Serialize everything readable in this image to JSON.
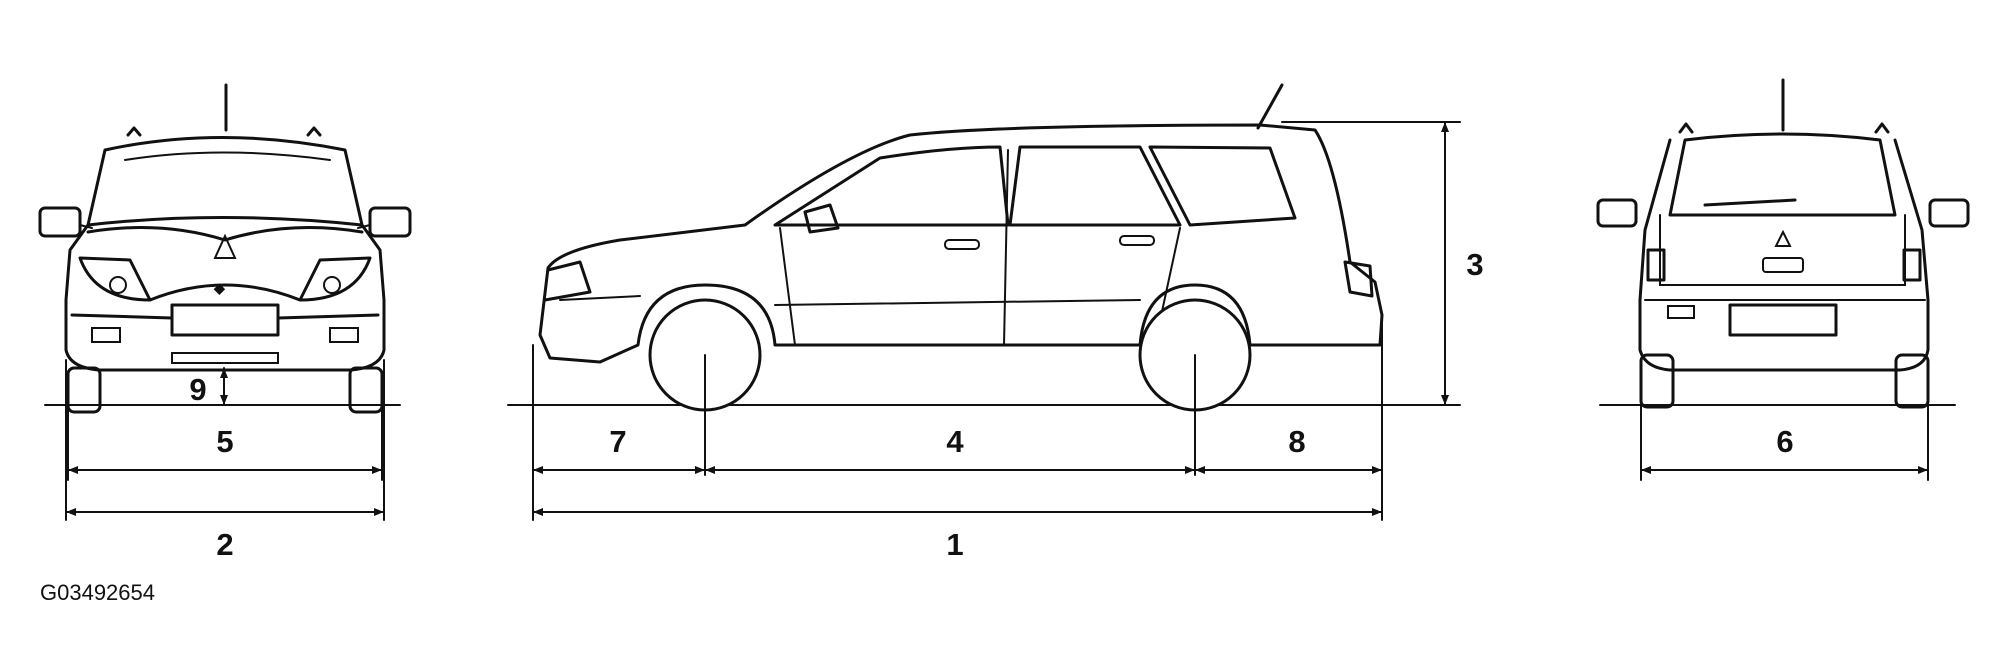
{
  "figure_id": "G03492654",
  "dimensions": [
    {
      "label": "1"
    },
    {
      "label": "2"
    },
    {
      "label": "3"
    },
    {
      "label": "4"
    },
    {
      "label": "5"
    },
    {
      "label": "6"
    },
    {
      "label": "7"
    },
    {
      "label": "8"
    },
    {
      "label": "9"
    }
  ],
  "views": [
    "front-view",
    "side-view",
    "rear-view"
  ],
  "colors": {
    "ink": "#111111",
    "background": "#ffffff"
  }
}
